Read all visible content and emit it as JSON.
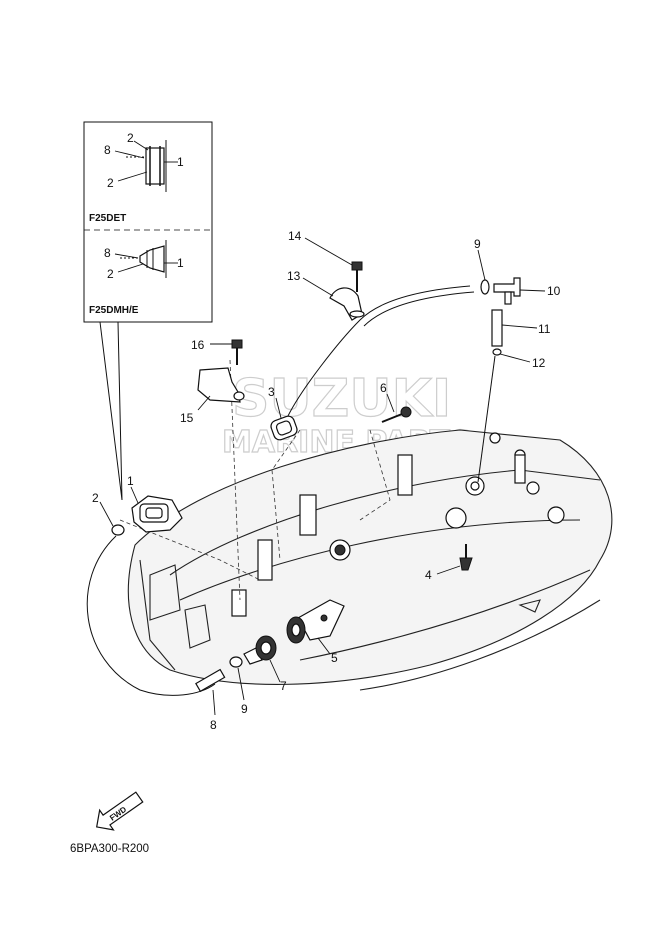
{
  "diagram": {
    "drawing_code": "6BPA300-R200",
    "fwd_label": "FWD",
    "watermark": {
      "line1": "SUZUKI",
      "line2": "MARINE PARTS"
    },
    "insets": [
      {
        "model": "F25DET",
        "callouts": [
          "2",
          "8",
          "1",
          "2"
        ]
      },
      {
        "model": "F25DMH/E",
        "callouts": [
          "8",
          "1",
          "2"
        ]
      }
    ],
    "callouts": {
      "c1": "1",
      "c2": "2",
      "c3": "3",
      "c4": "4",
      "c5": "5",
      "c6": "6",
      "c7": "7",
      "c8": "8",
      "c9a": "9",
      "c9b": "9",
      "c10": "10",
      "c11": "11",
      "c12": "12",
      "c13": "13",
      "c14": "14",
      "c15": "15",
      "c16": "16"
    }
  }
}
